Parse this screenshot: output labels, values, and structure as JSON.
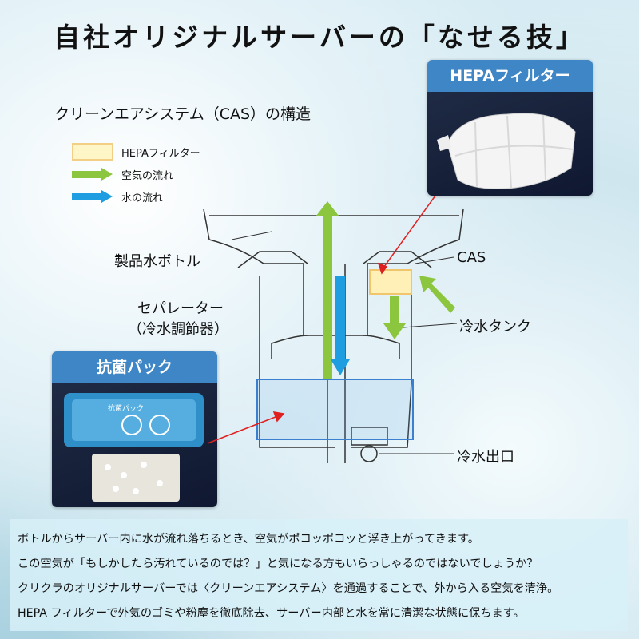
{
  "title": "自社オリジナルサーバーの「なせる技」",
  "subtitle": "クリーンエアシステム（CAS）の構造",
  "legend": [
    {
      "label": "HEPAフィルター",
      "color": "#fff6c8"
    },
    {
      "label": "空気の流れ",
      "color": "#8cc63f"
    },
    {
      "label": "水の流れ",
      "color": "#1e9ee0"
    }
  ],
  "hepa_panel": {
    "title": "HEPAフィルター"
  },
  "pack_panel": {
    "title": "抗菌パック",
    "pack_print": "抗菌パック"
  },
  "labels": {
    "bottle": "製品水ボトル",
    "cas": "CAS",
    "separator": "セパレーター",
    "separator_sub": "（冷水調節器）",
    "tank": "冷水タンク",
    "outlet": "冷水出口"
  },
  "description": [
    "ボトルからサーバー内に水が流れ落ちるとき、空気がポコッポコッと浮き上がってきます。",
    "この空気が「もしかしたら汚れているのでは？」と気になる方もいらっしゃるのではないでしょうか？",
    "クリクラのオリジナルサーバーでは〈クリーンエアシステム〉を通過することで、外から入る空気を清浄。",
    "HEPA フィルターで外気のゴミや粉塵を徹底除去、サーバー内部と水を常に清潔な状態に保ちます。"
  ],
  "colors": {
    "air": "#8cc63f",
    "water": "#1e9ee0",
    "accent": "#3f86c6",
    "pointer": "#e02020"
  }
}
